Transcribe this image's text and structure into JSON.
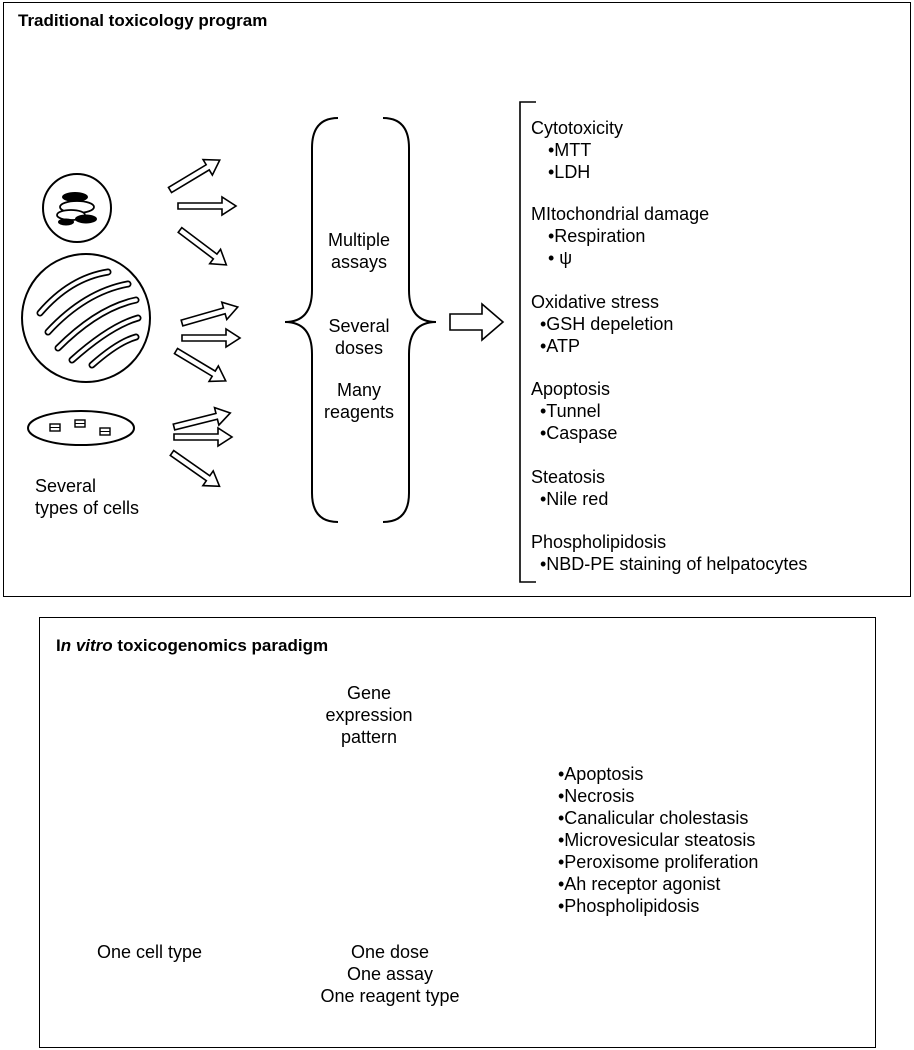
{
  "traditional": {
    "title": "Traditional toxicology program",
    "cells_label": [
      "Several",
      "types of cells"
    ],
    "brace_items": [
      "Multiple",
      "assays",
      "Several",
      "doses",
      "Many",
      "reagents"
    ],
    "endpoints": [
      {
        "heading": "Cytotoxicity",
        "items": [
          "•MTT",
          "•LDH"
        ]
      },
      {
        "heading": "MItochondrial damage",
        "items": [
          "•Respiration",
          "• ψ"
        ]
      },
      {
        "heading": "Oxidative stress",
        "items": [
          "•GSH depeletion",
          "•ATP"
        ]
      },
      {
        "heading": "Apoptosis",
        "items": [
          "•Tunnel",
          "•Caspase"
        ]
      },
      {
        "heading": "Steatosis",
        "items": [
          "•Nile red"
        ]
      },
      {
        "heading": "Phospholipidosis",
        "items": [
          "•NBD-PE staining of helpatocytes"
        ]
      }
    ]
  },
  "invitro": {
    "title_prefix": "I",
    "title_italic": "n vitro",
    "title_suffix": " toxicogenomics paradigm",
    "gene_label": [
      "Gene",
      "expression",
      "pattern"
    ],
    "cell_label": "One cell type",
    "conditions": [
      "One dose",
      "One assay",
      "One reagent type"
    ],
    "outcomes": [
      "•Apoptosis",
      "•Necrosis",
      "•Canalicular cholestasis",
      "•Microvesicular steatosis",
      "•Peroxisome proliferation",
      "•Ah receptor agonist",
      "•Phospholipidosis"
    ]
  }
}
